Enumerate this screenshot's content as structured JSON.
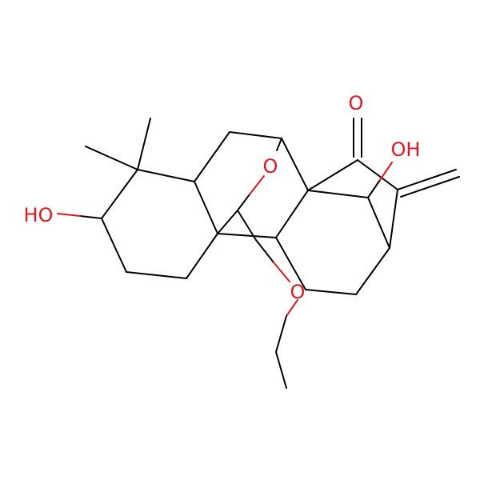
{
  "molecule": {
    "atom_labels": {
      "o_carbonyl": "O",
      "oh_top": "OH",
      "o_bridge": "O",
      "ho_left": "HO",
      "o_ethoxy": "O"
    },
    "colors": {
      "bond": "#000000",
      "heteroatom": "#e8141c",
      "background": "#ffffff"
    }
  }
}
